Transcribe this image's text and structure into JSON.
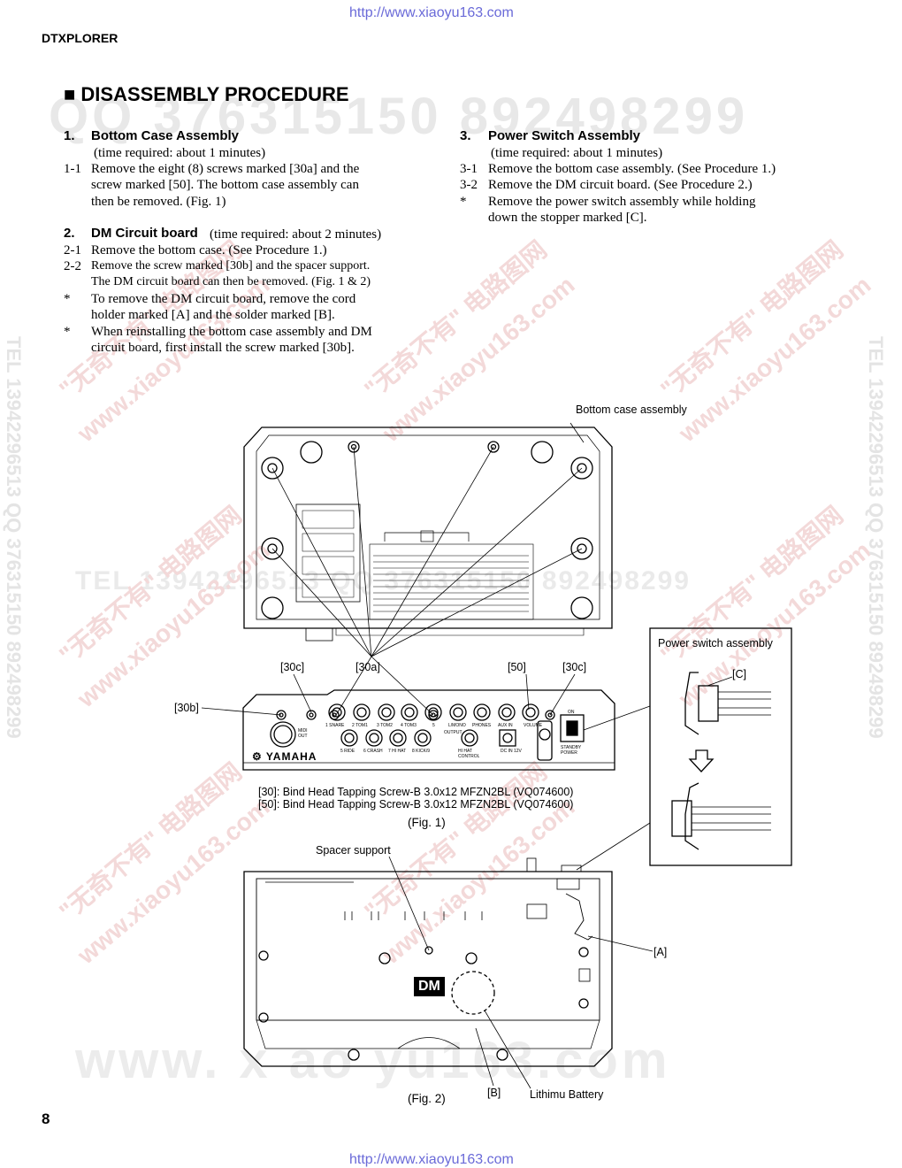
{
  "header": {
    "url_top": "http://www.xiaoyu163.com",
    "model": "DTXPLORER",
    "url_bottom": "http://www.xiaoyu163.com",
    "page_number": "8"
  },
  "title": "■ DISASSEMBLY PROCEDURE",
  "watermarks": {
    "qq_line": "QQ 376315150   892498299",
    "tel_line": "TEL 13942296513   QQ 376315150  892498299",
    "cn_site": "\"无奇不有\" 电路图网",
    "site": "www.xiaoyu163.com",
    "site_spaced": "www. x  ao  yu163.com",
    "side": "TEL 13942296513  QQ 376315150  892498299"
  },
  "sections": {
    "s1": {
      "num": "1.",
      "title": "Bottom Case Assembly",
      "time": "(time required: about 1 minutes)",
      "steps": [
        {
          "id": "1-1",
          "lines": [
            "Remove the eight (8) screws marked [30a] and the",
            "screw marked [50]. The bottom case assembly can",
            "then be removed. (Fig. 1)"
          ]
        }
      ]
    },
    "s2": {
      "num": "2.",
      "title": "DM Circuit board",
      "time": "(time required: about 2 minutes)",
      "steps": [
        {
          "id": "2-1",
          "lines": [
            "Remove the bottom case. (See Procedure 1.)"
          ]
        },
        {
          "id": "2-2",
          "lines": [
            "Remove the screw marked [30b] and the spacer support.",
            "The DM circuit board can then be removed. (Fig. 1 & 2)"
          ]
        },
        {
          "id": "*",
          "lines": [
            "To remove the DM circuit board, remove the cord",
            "holder marked [A] and the solder marked [B]."
          ]
        },
        {
          "id": "*",
          "lines": [
            "When reinstalling the bottom case assembly and DM",
            "circuit board, first install the screw marked [30b]."
          ]
        }
      ]
    },
    "s3": {
      "num": "3.",
      "title": "Power Switch Assembly",
      "time": "(time required: about 1 minutes)",
      "steps": [
        {
          "id": "3-1",
          "lines": [
            "Remove the bottom case assembly. (See Procedure 1.)"
          ]
        },
        {
          "id": "3-2",
          "lines": [
            "Remove the DM circuit board. (See Procedure 2.)"
          ]
        },
        {
          "id": "*",
          "lines": [
            "Remove the power switch assembly while holding",
            "down the stopper marked [C]."
          ]
        }
      ]
    }
  },
  "figure": {
    "bottom_case_label": "Bottom case assembly",
    "power_switch_label": "Power switch assembly",
    "callouts": {
      "c30c_left": "[30c]",
      "c30a": "[30a]",
      "c50": "[50]",
      "c30c_right": "[30c]",
      "c30b": "[30b]",
      "cC": "[C]",
      "cA": "[A]",
      "cB": "[B]"
    },
    "screw_note_1": "[30]: Bind Head Tapping Screw-B 3.0x12 MFZN2BL (VQ074600)",
    "screw_note_2": "[50]: Bind Head Tapping Screw-B 3.0x12 MFZN2BL (VQ074600)",
    "fig1": "(Fig. 1)",
    "spacer_label": "Spacer support",
    "dm_badge": "DM",
    "fig2": "(Fig. 2)",
    "battery_label": "Lithimu Battery",
    "panel": {
      "brand": "YAMAHA",
      "midi_out": "MIDI OUT",
      "jacks_top": [
        "1 SNARE",
        "2 TOM1",
        "3 TOM2",
        "4 TOM3",
        "5",
        "L/MONO",
        "PHONES",
        "AUX IN",
        "VOLUME"
      ],
      "jacks_bottom": [
        "5 RIDE",
        "6 CRASH",
        "7 HI HAT",
        "8 KICK/9",
        "HI HAT CONTROL",
        "DC IN 12V"
      ],
      "output_label": "OUTPUT",
      "switch_on": "ON",
      "switch_label": "STANDBY POWER"
    }
  }
}
